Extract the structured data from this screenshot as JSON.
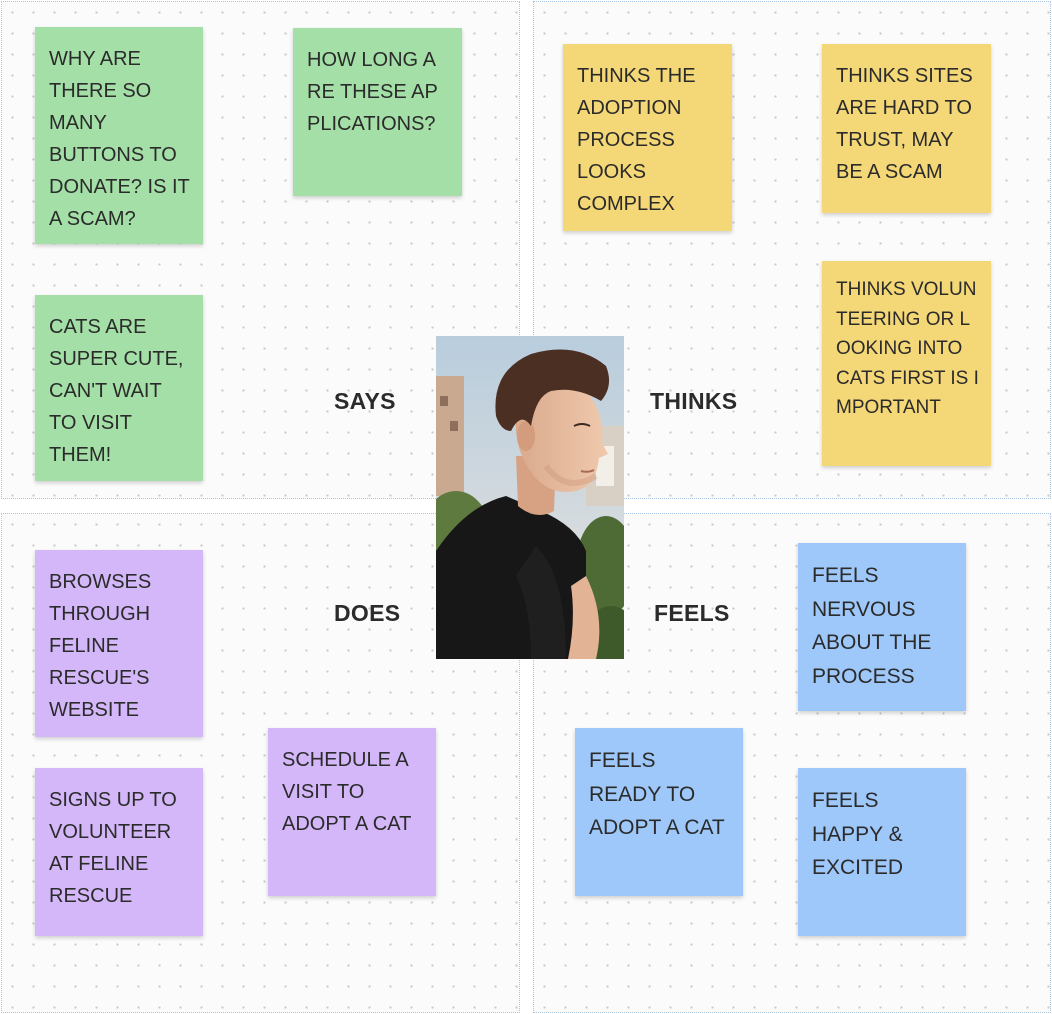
{
  "labels": {
    "says": "SAYS",
    "thinks": "THINKS",
    "does": "DOES",
    "feels": "FEELS"
  },
  "persona": {
    "photo": "persona-man-photo"
  },
  "says_notes": [
    "WHY ARE THERE SO MANY BUTTONS TO DONATE? IS IT A SCAM?",
    "HOW LONG ARE THESE APPLICATIONS?",
    "CATS ARE SUPER CUTE, CAN'T WAIT TO VISIT THEM!"
  ],
  "thinks_notes": [
    "THINKS THE ADOPTION PROCESS LOOKS COMPLEX",
    "THINKS SITES ARE HARD TO TRUST, MAY BE A SCAM",
    "THINKS VOLUNTEERING OR LOOKING INTO CATS FIRST IS IMPORTANT"
  ],
  "does_notes": [
    "BROWSES THROUGH FELINE RESCUE'S WEBSITE",
    "SIGNS UP TO VOLUNTEER AT FELINE RESCUE",
    "SCHEDULE A VISIT TO ADOPT A CAT"
  ],
  "feels_notes": [
    "FEELS NERVOUS ABOUT THE PROCESS",
    "FEELS READY TO ADOPT A CAT",
    "FEELS HAPPY & EXCITED"
  ],
  "colors": {
    "says": "#a3dfa6",
    "thinks": "#f4d776",
    "does": "#d4b7f9",
    "feels": "#9ec8fa"
  }
}
